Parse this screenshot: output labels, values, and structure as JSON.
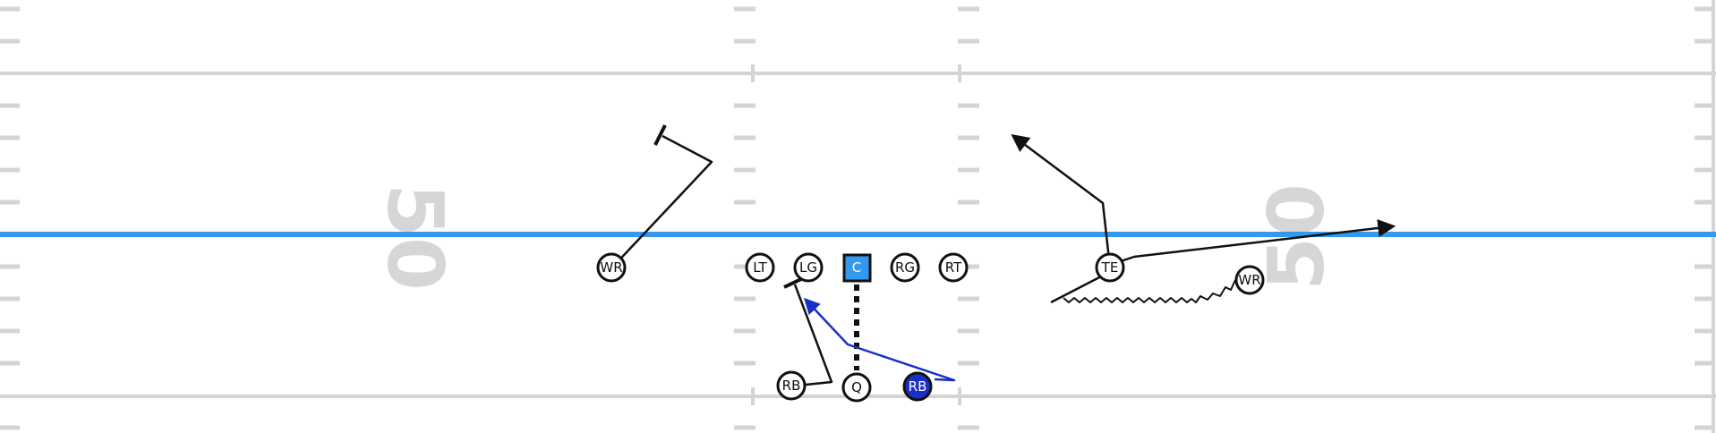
{
  "field": {
    "yard_numbers": {
      "left": "50",
      "right": "50"
    },
    "colors": {
      "background": "#ffffff",
      "yard_lines": "#d4d4d4",
      "hash_marks": "#d4d4d4",
      "line_of_scrimmage": "#3399ee",
      "yard_numbers": "#d6d6d6",
      "route": "#111111",
      "highlight_route": "#1a2fc8",
      "center_fill": "#3399ee",
      "highlight_rb_fill": "#1a2fc8"
    }
  },
  "players": {
    "wr_left": "WR",
    "lt": "LT",
    "lg": "LG",
    "c": "C",
    "rg": "RG",
    "rt": "RT",
    "te": "TE",
    "wr_right": "WR",
    "rb_left": "RB",
    "q": "Q",
    "rb_right": "RB"
  }
}
